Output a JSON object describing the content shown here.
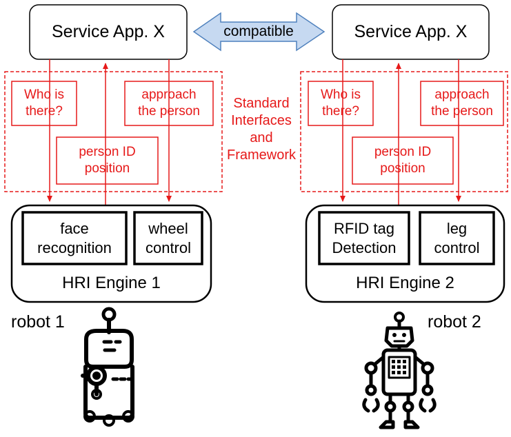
{
  "apps": [
    {
      "label": "Service App. X"
    },
    {
      "label": "Service App. X"
    }
  ],
  "compatible_label": "compatible",
  "standard_label": [
    "Standard",
    "Interfaces",
    "and",
    "Framework"
  ],
  "interfaces": {
    "left": {
      "who": [
        "Who is",
        "there?"
      ],
      "approach": [
        "approach",
        "the person"
      ],
      "person": [
        "person ID",
        "position"
      ]
    },
    "right": {
      "who": [
        "Who is",
        "there?"
      ],
      "approach": [
        "approach",
        "the person"
      ],
      "person": [
        "person ID",
        "position"
      ]
    }
  },
  "engines": [
    {
      "label": "HRI Engine 1",
      "modules": [
        [
          "face",
          "recognition"
        ],
        [
          "wheel",
          "control"
        ]
      ]
    },
    {
      "label": "HRI Engine 2",
      "modules": [
        [
          "RFID tag",
          "Detection"
        ],
        [
          "leg",
          "control"
        ]
      ]
    }
  ],
  "robots": [
    {
      "label": "robot 1",
      "icon": "round-robot-icon"
    },
    {
      "label": "robot 2",
      "icon": "humanoid-robot-icon"
    }
  ],
  "colors": {
    "interface_red": "#e61919",
    "compatible_fill": "#c6d9f1",
    "compatible_stroke": "#4f81bd",
    "black": "#000000"
  }
}
